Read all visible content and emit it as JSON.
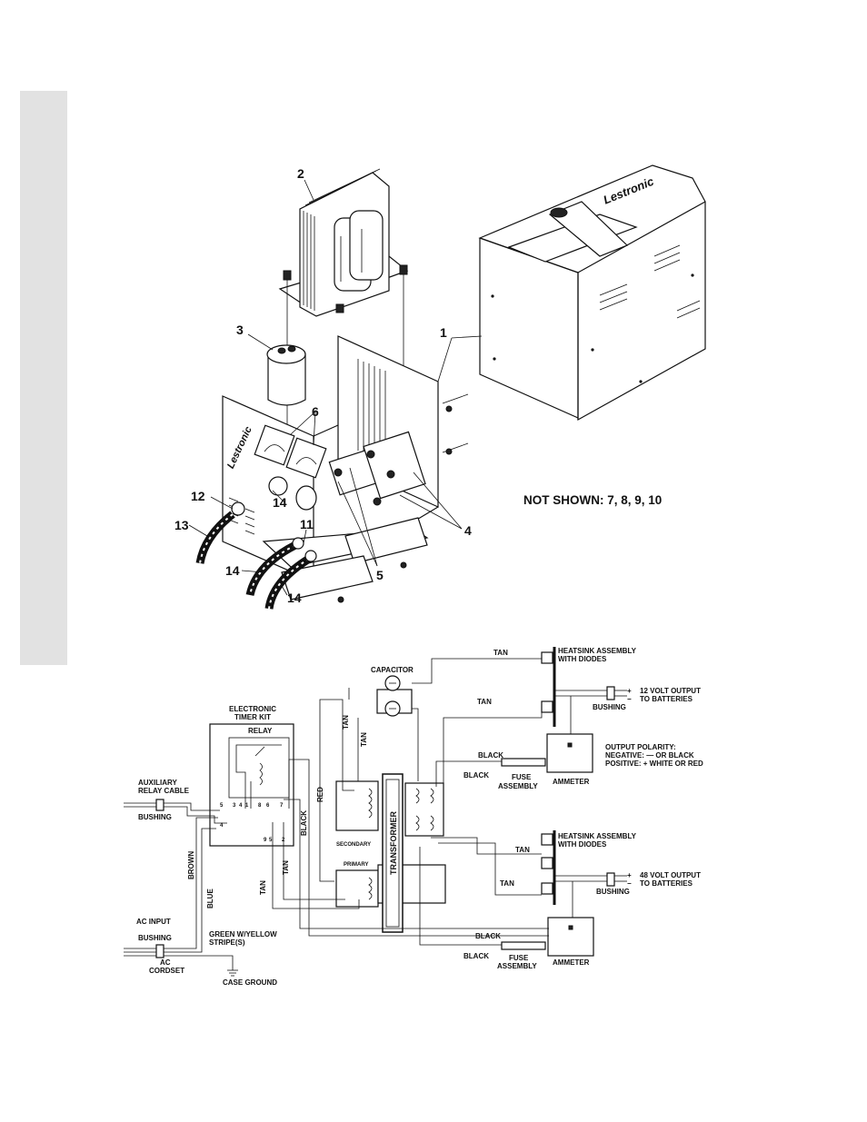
{
  "exploded_view": {
    "callouts": [
      "1",
      "2",
      "3",
      "4",
      "5",
      "6",
      "11",
      "12",
      "13",
      "14",
      "14",
      "14"
    ],
    "not_shown": "NOT SHOWN: 7, 8, 9, 10",
    "brand_script": "Lestronic"
  },
  "wiring": {
    "capacitor": "CAPACITOR",
    "timer_kit": [
      "ELECTRONIC",
      "TIMER KIT"
    ],
    "relay": "RELAY",
    "aux_cable": [
      "AUXILIARY",
      "RELAY CABLE"
    ],
    "bushing": "BUSHING",
    "ac_input": "AC INPUT",
    "ac_cordset": [
      "AC",
      "CORDSET"
    ],
    "green_wire": [
      "GREEN W/YELLOW",
      "STRIPE(S)"
    ],
    "case_ground": "CASE GROUND",
    "transformer": "TRANSFORMER",
    "secondary": "SECONDARY",
    "primary": "PRIMARY",
    "heatsink": [
      "HEATSINK ASSEMBLY",
      "WITH DIODES"
    ],
    "output_12v": [
      "12 VOLT OUTPUT",
      "TO BATTERIES"
    ],
    "output_48v": [
      "48 VOLT OUTPUT",
      "TO BATTERIES"
    ],
    "polarity": [
      "OUTPUT POLARITY:",
      "NEGATIVE: — OR BLACK",
      "POSITIVE: + WHITE OR RED"
    ],
    "ammeter": "AMMETER",
    "fuse": [
      "FUSE",
      "ASSEMBLY"
    ],
    "wires": {
      "tan": "TAN",
      "black": "BLACK",
      "red": "RED",
      "brown": "BROWN",
      "blue": "BLUE"
    },
    "terminals": [
      "5",
      "3",
      "4",
      "1",
      "4",
      "8",
      "6",
      "7",
      "9",
      "5",
      "2"
    ],
    "plus": "+",
    "minus": "−"
  }
}
